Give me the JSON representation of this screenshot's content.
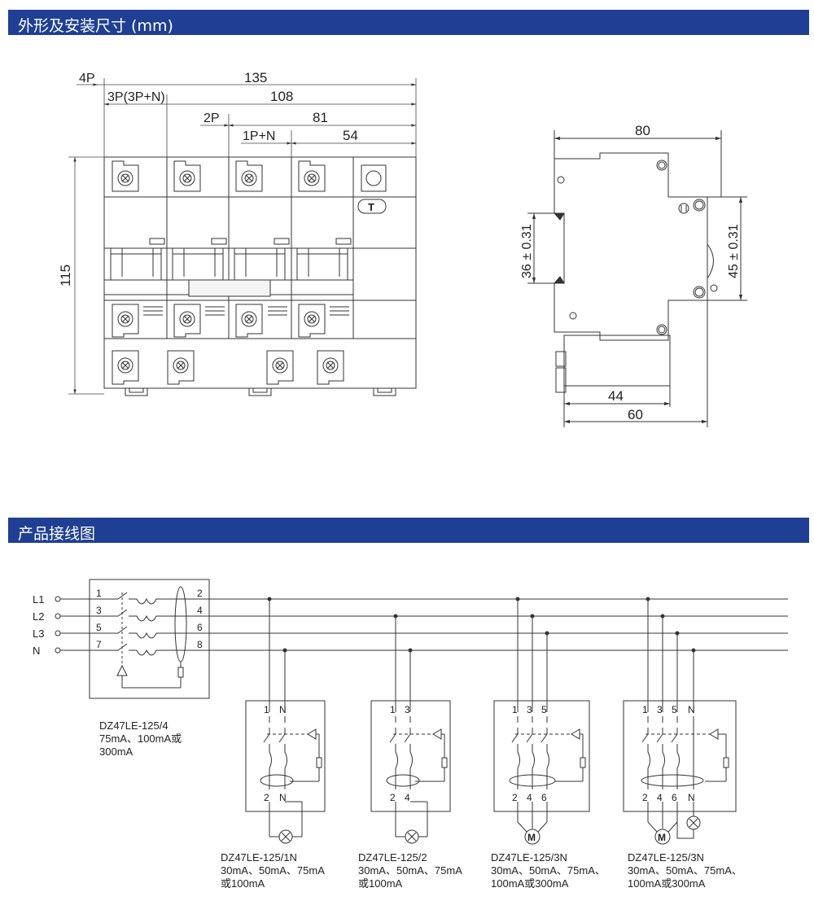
{
  "sections": {
    "dimensions_title": "外形及安装尺寸 (mm)",
    "wiring_title": "产品接线图"
  },
  "front_view": {
    "dims": {
      "d135": "135",
      "d108": "108",
      "d81": "81",
      "d54": "54",
      "d115": "115"
    },
    "labels": {
      "p4": "4P",
      "p3": "3P(3P+N)",
      "p2": "2P",
      "p1n": "1P+N",
      "test": "T"
    }
  },
  "side_view": {
    "dims": {
      "d80": "80",
      "d44": "44",
      "d60": "60",
      "d36": "36 ± 0.31",
      "d45": "45 ± 0.31"
    }
  },
  "wiring": {
    "lines": [
      "L1",
      "L2",
      "L3",
      "N"
    ],
    "main_device": {
      "terminals_in": [
        "1",
        "3",
        "5",
        "7"
      ],
      "terminals_out": [
        "2",
        "4",
        "6",
        "8"
      ],
      "model": "DZ47LE-125/4",
      "ratings_1": "75mA、100mA或",
      "ratings_2": "300mA"
    },
    "variants": [
      {
        "top": [
          "1",
          "N"
        ],
        "bottom": [
          "2",
          "N"
        ],
        "model": "DZ47LE-125/1N",
        "ratings_1": "30mA、50mA、75mA",
        "ratings_2": "或100mA"
      },
      {
        "top": [
          "1",
          "3"
        ],
        "bottom": [
          "2",
          "4"
        ],
        "model": "DZ47LE-125/2",
        "ratings_1": "30mA、50mA、75mA",
        "ratings_2": "或100mA"
      },
      {
        "top": [
          "1",
          "3",
          "5"
        ],
        "bottom": [
          "2",
          "4",
          "6"
        ],
        "model": "DZ47LE-125/3N",
        "ratings_1": "30mA、50mA、75mA、",
        "ratings_2": "100mA或300mA"
      },
      {
        "top": [
          "1",
          "3",
          "5",
          "N"
        ],
        "bottom": [
          "2",
          "4",
          "6",
          "N"
        ],
        "model": "DZ47LE-125/3N",
        "ratings_1": "30mA、50mA、75mA、",
        "ratings_2": "100mA或300mA"
      }
    ],
    "load_symbols": {
      "motor": "M"
    }
  }
}
